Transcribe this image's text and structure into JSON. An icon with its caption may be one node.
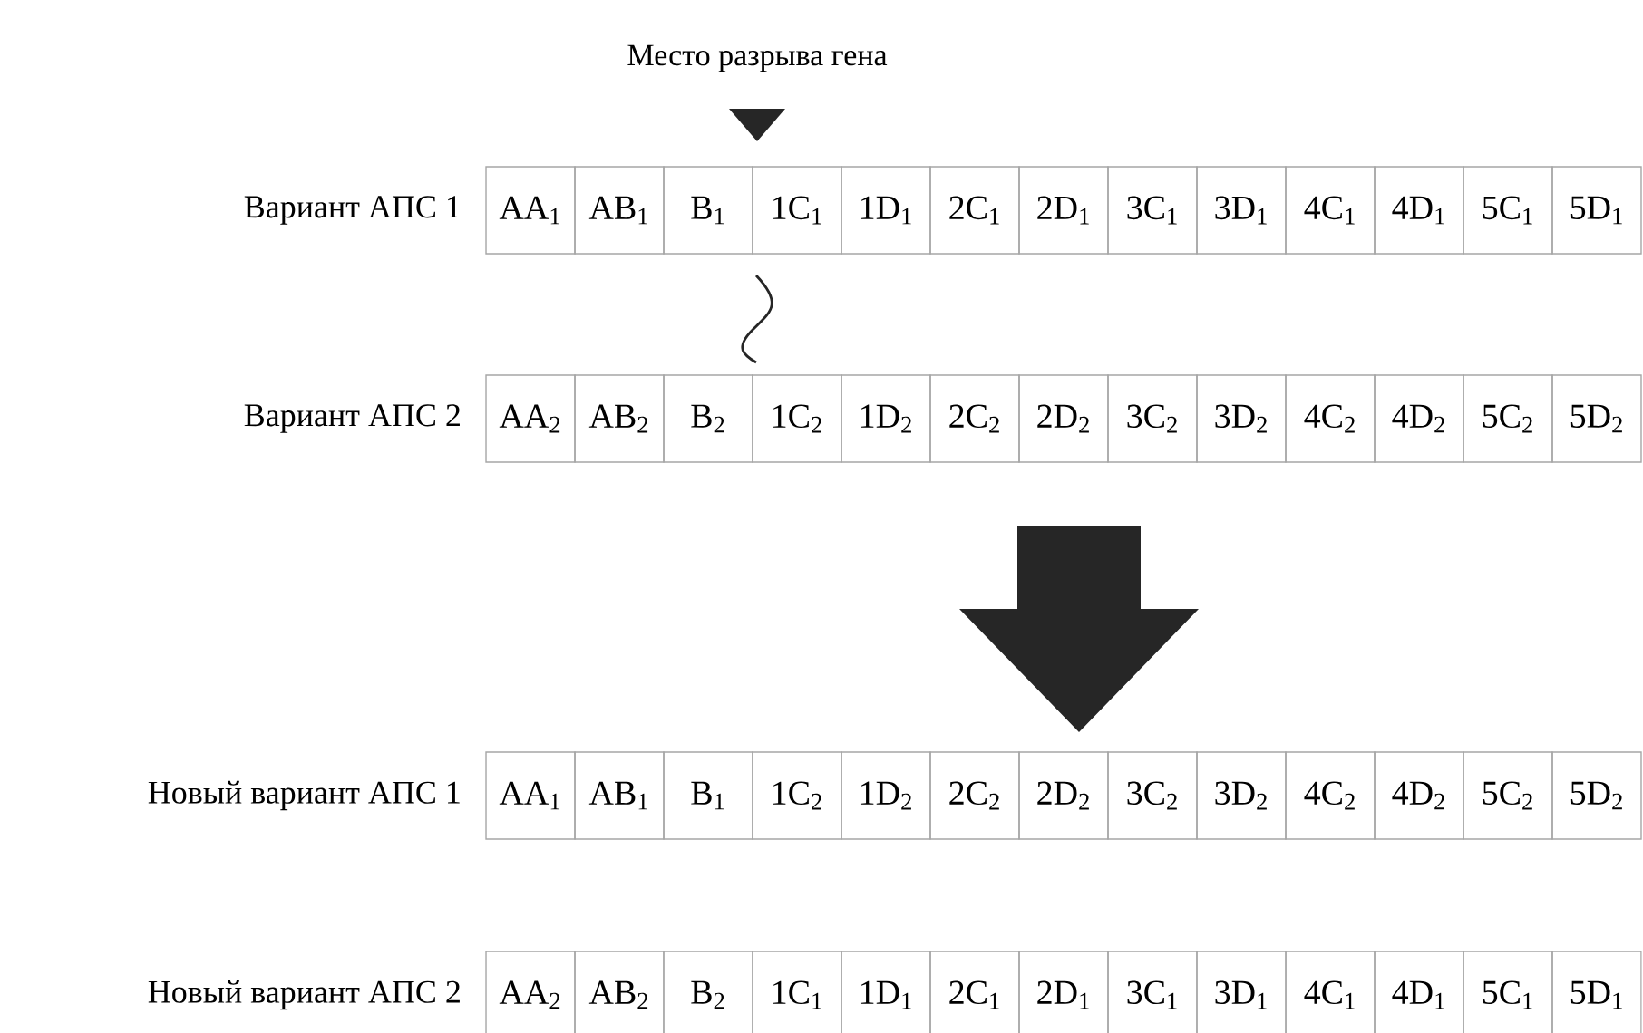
{
  "diagram": {
    "labels": [
      "Место разрыва гена",
      "Вариант АПС 1",
      "AA$_{1}$",
      "AB$_{1}$",
      "B$_{1}$",
      "1C$_{1}$",
      "1D$_{1}$",
      "2C$_{1}$",
      "2D$_{1}$",
      "3C$_{1}$",
      "3D$_{1}$",
      "4C$_{1}$",
      "4D$_{1}$",
      "5C$_{1}$",
      "5D$_{1}$",
      "Вариант АПС 2",
      "AA$_{2}$",
      "AB$_{2}$",
      "B$_{2}$",
      "1C$_{2}$",
      "1D$_{2}$",
      "2C$_{2}$",
      "2D$_{2}$",
      "3C$_{2}$",
      "3D$_{2}$",
      "4C$_{2}$",
      "4D$_{2}$",
      "5C$_{2}$",
      "5D$_{2}$",
      "Новый вариант АПС 1",
      "AA$_{1}$",
      "AB$_{1}$",
      "B$_{1}$",
      "1C$_{2}$",
      "1D$_{2}$",
      "2C$_{2}$",
      "2D$_{2}$",
      "3C$_{2}$",
      "3D$_{2}$",
      "4C$_{2}$",
      "4D$_{2}$",
      "5C$_{2}$",
      "5D$_{2}$",
      "Новый вариант АПС 2",
      "AA$_{2}$",
      "AB$_{2}$",
      "B$_{2}$",
      "1C$_{1}$",
      "1D$_{1}$",
      "2C$_{1}$",
      "2D$_{1}$",
      "3C$_{1}$",
      "3D$_{1}$",
      "4C$_{1}$",
      "4D$_{1}$",
      "5C$_{1}$",
      "5D$_{1}$"
    ]
  }
}
